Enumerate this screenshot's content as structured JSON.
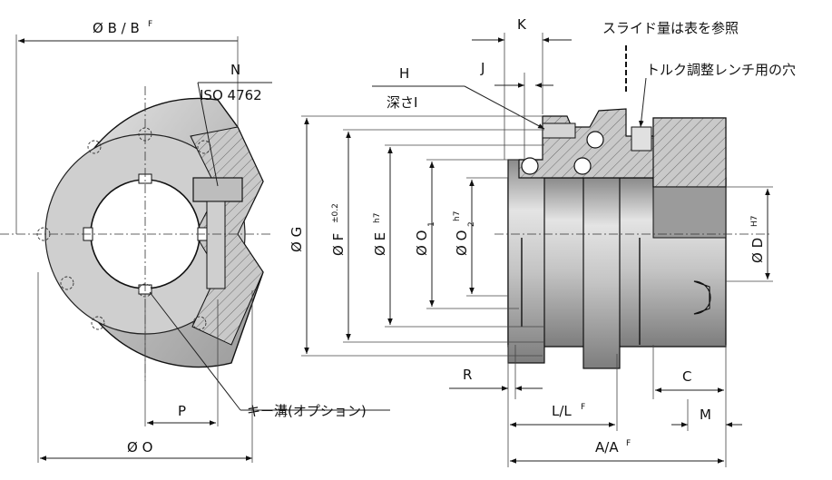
{
  "labels": {
    "dia_b": "Ø B / B",
    "dia_b_sup": "F",
    "n": "N",
    "iso": "ISO 4762",
    "k": "K",
    "slide_note": "スライド量は表を参照",
    "torque_note": "トルク調整レンチ用の穴",
    "j": "J",
    "h": "H",
    "depth": "深さI",
    "dia_g": "Ø G",
    "dia_f": "Ø F",
    "dia_f_tol": "±0.2",
    "dia_e": "Ø E",
    "dia_e_tol": "h7",
    "dia_o1": "Ø O",
    "dia_o1_sub": "1",
    "dia_o2": "Ø O",
    "dia_o2_sub": "2",
    "dia_o2_tol": "h7",
    "dia_d": "Ø D",
    "dia_d_tol": "H7",
    "r": "R",
    "c": "C",
    "l": "L/L",
    "l_sup": "F",
    "m": "M",
    "p": "P",
    "key_note": "キー溝(オプション)",
    "dia_o": "Ø O",
    "a": "A/A",
    "a_sup": "F"
  },
  "colors": {
    "metal_light": "#d9d9d9",
    "metal_mid": "#b8b8b8",
    "metal_dark": "#8e8e8e",
    "line": "#111111"
  }
}
